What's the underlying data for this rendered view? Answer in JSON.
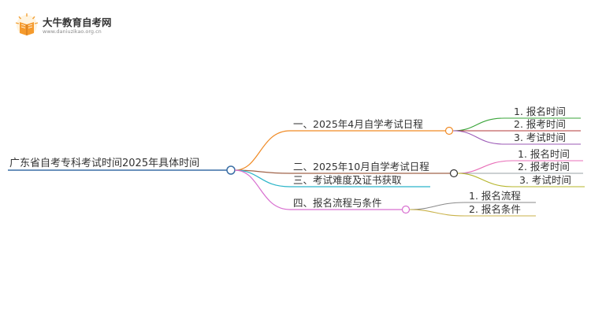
{
  "logo": {
    "name": "大牛教育自考网",
    "url": "www.daniuzikao.org.cn"
  },
  "root": {
    "label": "广东省自考专科考试时间2025年具体时间"
  },
  "branches": [
    {
      "label": "一、2025年4月自学考试日程",
      "color": "#f08a24",
      "children": [
        {
          "label": "1. 报名时间",
          "color": "#3aa53a"
        },
        {
          "label": "2. 报考时间",
          "color": "#b33a3a"
        },
        {
          "label": "3. 考试时间",
          "color": "#9b59b6"
        }
      ]
    },
    {
      "label": "二、2025年10月自学考试日程",
      "color": "#a0644a",
      "children": [
        {
          "label": "1. 报名时间",
          "color": "#e86fb8"
        },
        {
          "label": "2. 报考时间",
          "color": "#9aa0a6"
        },
        {
          "label": "3. 考试时间",
          "color": "#b5b52a"
        }
      ]
    },
    {
      "label": "三、考试难度及证书获取",
      "color": "#2bb5c9",
      "children": []
    },
    {
      "label": "四、报名流程与条件",
      "color": "#d86fd0",
      "children": [
        {
          "label": "1. 报名流程",
          "color": "#8a8a8a"
        },
        {
          "label": "2. 报名条件",
          "color": "#c9b24a"
        }
      ]
    }
  ],
  "colors": {
    "root_line": "#3a6ea5",
    "text": "#333333"
  }
}
